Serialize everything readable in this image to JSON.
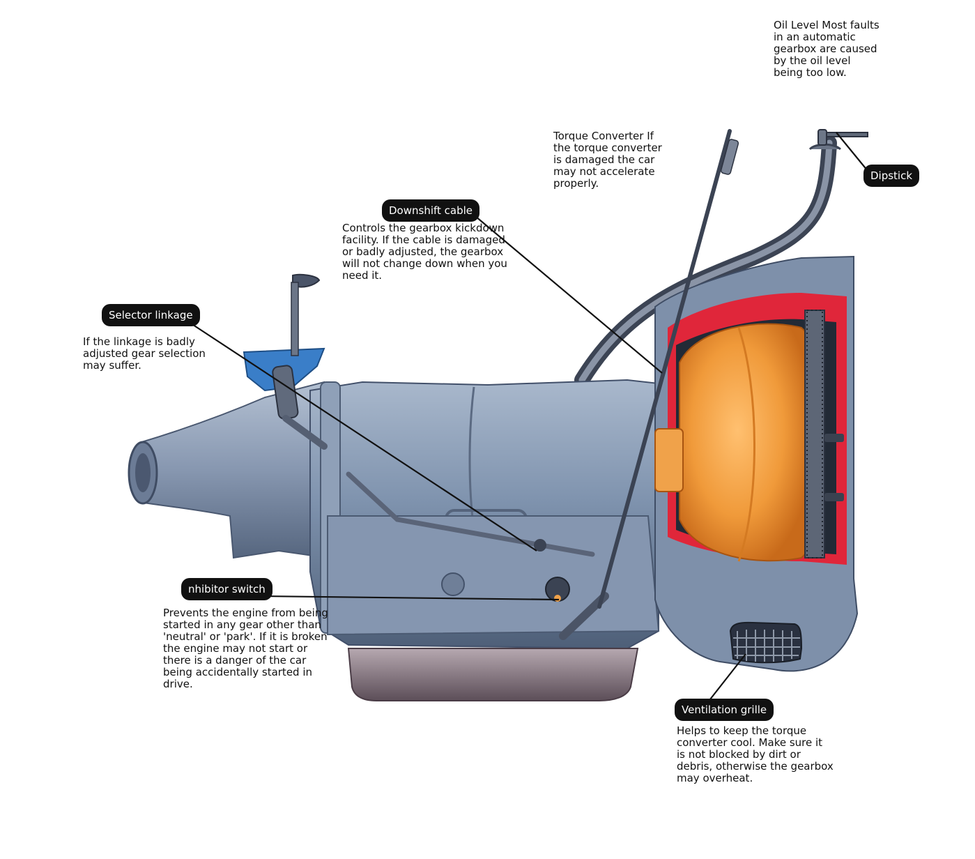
{
  "labels": {
    "dipstick": "Dipstick",
    "downshift_cable": "Downshift cable",
    "selector_linkage": "Selector linkage",
    "inhibitor_switch": "nhibitor switch",
    "ventilation_grille": "Ventilation grille"
  },
  "notes": {
    "oil_level": "Oil Level Most faults in an automatic gearbox are caused by the oil level being too low.",
    "torque_converter": "Torque Converter If the torque converter is damaged the car may not accelerate properly.",
    "downshift_cable": "Controls the gearbox kickdown facility. If the cable is damaged or badly adjusted, the gearbox will not change down when you need it.",
    "selector_linkage": "If the linkage is badly adjusted gear selection may suffer.",
    "inhibitor_switch": "Prevents the engine from being started in any gear other than 'neutral' or 'park'. If it is broken the engine may not start or there is a danger of the car being accidentally started in drive.",
    "ventilation_grille": "Helps to keep the torque converter cool. Make sure it is not blocked by dirt or debris, otherwise the gearbox may overheat."
  },
  "colors": {
    "casing": "#7f93ae",
    "casing_dark": "#4e5f78",
    "converter": "#f09a3a",
    "cutaway": "#e0263a",
    "selector_bracket": "#3a7ec8",
    "label_pill": "#111111"
  }
}
